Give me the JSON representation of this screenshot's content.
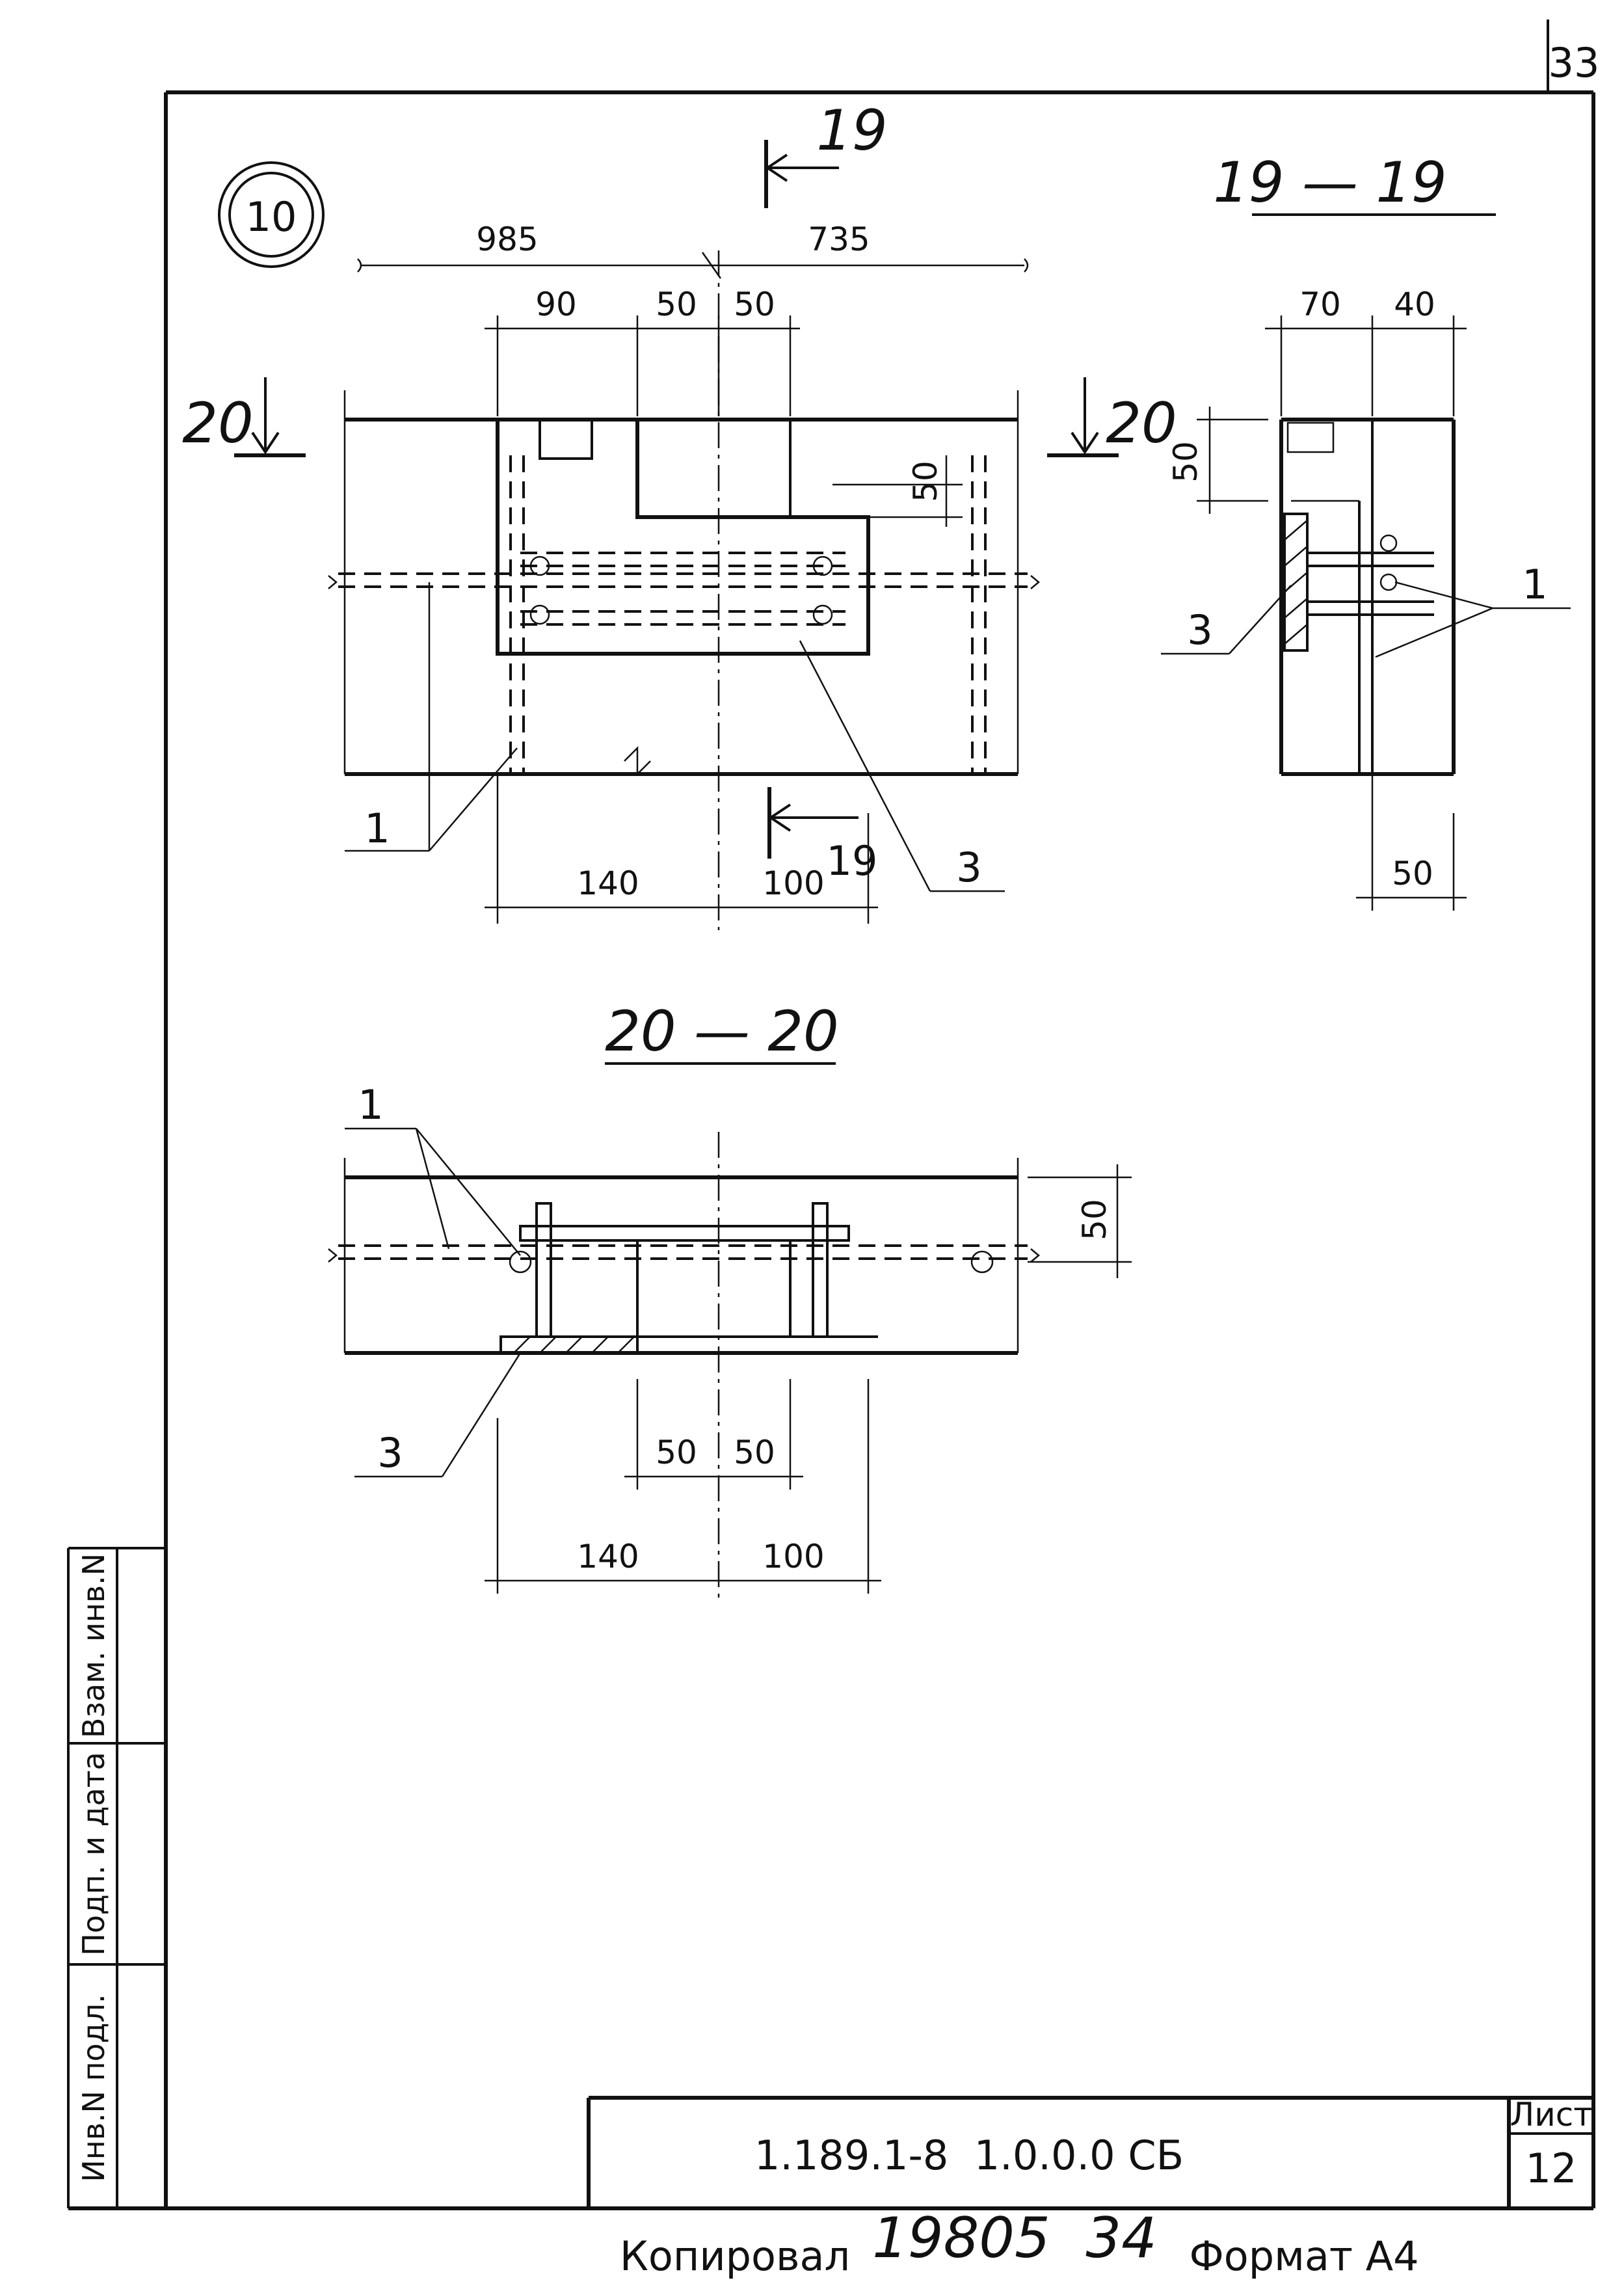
{
  "page_number": "33",
  "detail_number": "10",
  "cut_marker_top": "19",
  "cut_marker_bottom": "19",
  "cut_marker_left": "20",
  "cut_marker_right": "20",
  "section_titles": {
    "a": "19 — 19",
    "b": "20 — 20"
  },
  "plan_view": {
    "overall_dims": [
      "985",
      "735"
    ],
    "top_dims": [
      "90",
      "50",
      "50"
    ],
    "side_dim": "50",
    "bottom_dims": [
      "140",
      "100"
    ],
    "callouts": [
      "1",
      "3"
    ]
  },
  "section_19": {
    "top_dims": [
      "70",
      "40"
    ],
    "side_dim": "50",
    "bottom_dim": "50",
    "callouts": [
      "1",
      "3"
    ]
  },
  "section_20": {
    "side_dim": "50",
    "mid_dims": [
      "50",
      "50"
    ],
    "bottom_dims": [
      "140",
      "100"
    ],
    "callouts": [
      "1",
      "3"
    ]
  },
  "side_stamp": [
    "Инв.N подл.",
    "Подп. и дата",
    "Взам. инв.N"
  ],
  "title_block": {
    "designation": "1.189.1-8  1.0.0.0 СБ",
    "sheet_label": "Лист",
    "sheet_number": "12"
  },
  "footer": {
    "copied_label": "Копировал",
    "copied_number": "19805  34",
    "format_label": "Формат А4"
  }
}
